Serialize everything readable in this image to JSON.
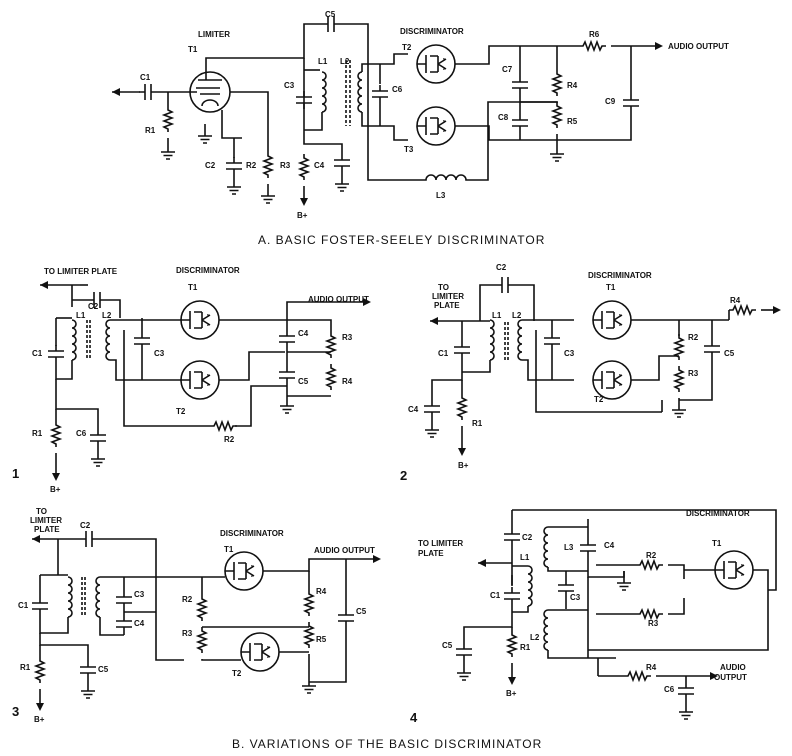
{
  "diagram_a": {
    "caption": "A. BASIC FOSTER-SEELEY DISCRIMINATOR",
    "labels": {
      "limiter": "LIMITER",
      "discriminator": "DISCRIMINATOR",
      "audio_output": "AUDIO OUTPUT",
      "bplus": "B+",
      "t1": "T1",
      "t2": "T2",
      "t3": "T3",
      "c1": "C1",
      "c2": "C2",
      "c3": "C3",
      "c4": "C4",
      "c5": "C5",
      "c6": "C6",
      "c7": "C7",
      "c8": "C8",
      "c9": "C9",
      "r1": "R1",
      "r2": "R2",
      "r3": "R3",
      "r4": "R4",
      "r5": "R5",
      "r6": "R6",
      "l1": "L1",
      "l2": "L2",
      "l3": "L3"
    }
  },
  "variant1": {
    "number": "1",
    "labels": {
      "to_limiter": "TO LIMITER PLATE",
      "discriminator": "DISCRIMINATOR",
      "audio_output": "AUDIO OUTPUT",
      "bplus": "B+",
      "t1": "T1",
      "t2": "T2",
      "c1": "C1",
      "c2": "C2",
      "c3": "C3",
      "c4": "C4",
      "c5": "C5",
      "c6": "C6",
      "r1": "R1",
      "r2": "R2",
      "r3": "R3",
      "r4": "R4",
      "l1": "L1",
      "l2": "L2"
    }
  },
  "variant2": {
    "number": "2",
    "labels": {
      "to": "TO",
      "limiter": "LIMITER",
      "plate": "PLATE",
      "discriminator": "DISCRIMINATOR",
      "bplus": "B+",
      "t1": "T1",
      "t2": "T2",
      "c1": "C1",
      "c2": "C2",
      "c3": "C3",
      "c4": "C4",
      "c5": "C5",
      "r1": "R1",
      "r2": "R2",
      "r3": "R3",
      "r4": "R4",
      "l1": "L1",
      "l2": "L2"
    }
  },
  "variant3": {
    "number": "3",
    "labels": {
      "to": "TO",
      "limiter": "LIMITER",
      "plate": "PLATE",
      "discriminator": "DISCRIMINATOR",
      "audio_output": "AUDIO OUTPUT",
      "bplus": "B+",
      "t1": "T1",
      "t2": "T2",
      "c1": "C1",
      "c2": "C2",
      "c3": "C3",
      "c4": "C4",
      "c5a": "C5",
      "c5b": "C5",
      "r1": "R1",
      "r2": "R2",
      "r3": "R3",
      "r4": "R4",
      "r5": "R5"
    }
  },
  "variant4": {
    "number": "4",
    "labels": {
      "to_limiter": "TO LIMITER",
      "plate": "PLATE",
      "discriminator": "DISCRIMINATOR",
      "audio": "AUDIO",
      "output": "OUTPUT",
      "bplus": "B+",
      "t1": "T1",
      "c1": "C1",
      "c2": "C2",
      "c3": "C3",
      "c4": "C4",
      "c5": "C5",
      "c6": "C6",
      "r1": "R1",
      "r2": "R2",
      "r3": "R3",
      "r4": "R4",
      "l1": "L1",
      "l2": "L2",
      "l3": "L3"
    }
  },
  "diagram_b": {
    "caption": "B. VARIATIONS OF THE BASIC DISCRIMINATOR"
  }
}
